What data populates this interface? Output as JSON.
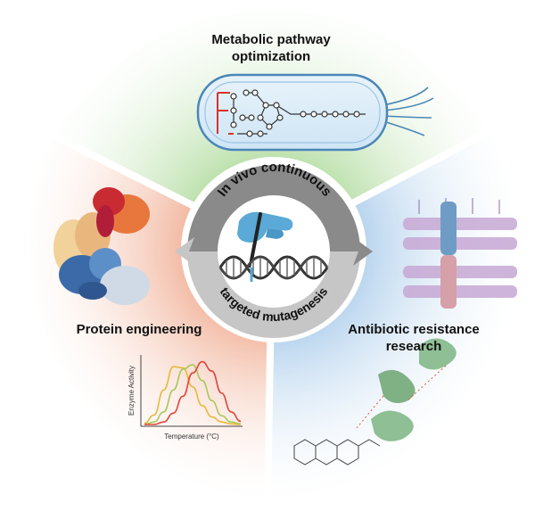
{
  "center": {
    "arc_top_text": "In vivo continuous",
    "arc_bottom_text": "targeted mutagenesis",
    "icons": [
      "pen-in-hand-icon",
      "dna-helix-icon"
    ]
  },
  "sections": {
    "metabolic": {
      "title_line1": "Metabolic pathway",
      "title_line2": "optimization",
      "icon": "bacterial-cell-pathway-icon"
    },
    "protein": {
      "title": "Protein engineering",
      "icon": "protein-structure-icon"
    },
    "antibiotic": {
      "title_line1": "Antibiotic resistance",
      "title_line2": "research",
      "icon": "membrane-channel-and-drug-binding-icon"
    }
  },
  "enzyme_chart": {
    "ylabel": "Enzyme Activity",
    "xlabel": "Temperature (°C)"
  },
  "chart_data": {
    "type": "line",
    "title": "",
    "xlabel": "Temperature (°C)",
    "ylabel": "Enzyme Activity",
    "x": [
      0,
      1,
      2,
      3,
      4,
      5,
      6,
      7,
      8,
      9,
      10
    ],
    "series": [
      {
        "color": "#e8b93b",
        "values": [
          0.02,
          0.15,
          0.55,
          0.92,
          0.9,
          0.6,
          0.3,
          0.12,
          0.04,
          0.01,
          0.0
        ]
      },
      {
        "color": "#a8c85a",
        "values": [
          0.0,
          0.04,
          0.2,
          0.55,
          0.88,
          0.95,
          0.7,
          0.38,
          0.14,
          0.04,
          0.01
        ]
      },
      {
        "color": "#e0443a",
        "values": [
          0.0,
          0.0,
          0.04,
          0.18,
          0.45,
          0.82,
          1.0,
          0.85,
          0.5,
          0.2,
          0.05
        ]
      }
    ],
    "ylim": [
      0,
      1.05
    ]
  },
  "colors": {
    "green_sector": "#cfe9c3",
    "red_sector": "#f6cdbd",
    "blue_sector": "#c9def0",
    "ring_dark": "#8d8d8d",
    "ring_light": "#c4c4c4",
    "hand": "#5aa9d6",
    "pathway_red": "#d8322a"
  }
}
